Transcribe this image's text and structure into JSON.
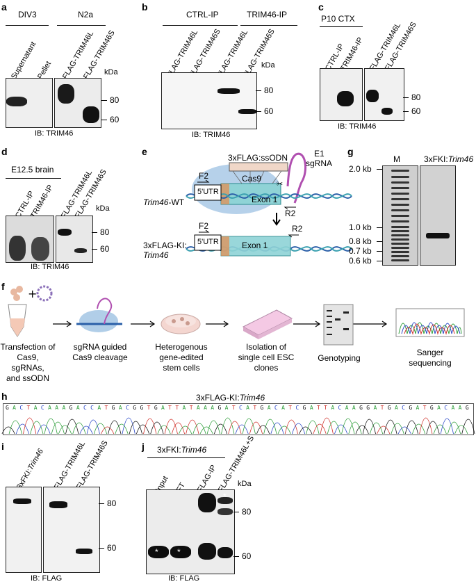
{
  "panels": {
    "a": {
      "label": "a",
      "group1": "DIV3",
      "group2": "N2a",
      "lanes": [
        "Supernatant",
        "Pellet",
        "FLAG-TRIM46L",
        "FLAG-TRIM46S"
      ],
      "marker_unit": "kDa",
      "markers": [
        "80",
        "60"
      ],
      "caption": "IB: TRIM46"
    },
    "b": {
      "label": "b",
      "group1": "CTRL-IP",
      "group2": "TRIM46-IP",
      "lanes": [
        "FLAG-TRIM46L",
        "FLAG-TRIM46S",
        "FLAG-TRIM46L",
        "FLAG-TRIM46S"
      ],
      "marker_unit": "kDa",
      "markers": [
        "80",
        "60"
      ],
      "caption": "IB: TRIM46"
    },
    "c": {
      "label": "c",
      "group1": "P10 CTX",
      "lanes": [
        "CTRL-IP",
        "TRIM46-IP",
        "FLAG-TRIM46L",
        "FLAG-TRIM46S"
      ],
      "markers": [
        "80",
        "60"
      ],
      "caption": "IB: TRIM46"
    },
    "d": {
      "label": "d",
      "group1": "E12.5 brain",
      "lanes": [
        "CTRL-IP",
        "TRIM46-IP",
        "FLAG-TRIM46L",
        "FLAG-TRIM46S"
      ],
      "marker_unit": "kDa",
      "markers": [
        "80",
        "60"
      ],
      "caption": "IB: TRIM46"
    },
    "e": {
      "label": "e",
      "ssodn": "3xFLAG:ssODN",
      "e1": "E1",
      "sgrna": "sgRNA",
      "f2": "F2",
      "utr": "5'UTR",
      "cas9": "Cas9",
      "exon": "Exon 1",
      "r2": "R2",
      "wt_gene": "Trim46",
      "wt_suffix": "-WT",
      "ki_prefix": "3xFLAG-KI:",
      "ki_gene": "Trim46"
    },
    "f": {
      "label": "f",
      "steps": [
        "Transfection of\nCas9, sgRNAs,\nand ssODN",
        "sgRNA guided\nCas9 cleavage",
        "Heterogenous\ngene-edited\nstem cells",
        "Isolation of\nsingle cell ESC\nclones",
        "Genotyping",
        "Sanger\nsequencing"
      ]
    },
    "g": {
      "label": "g",
      "lane_m": "M",
      "lane_ki_prefix": "3xFKI:",
      "lane_ki_gene": "Trim46",
      "sizes": [
        "2.0 kb",
        "1.0 kb",
        "0.8 kb",
        "0.7 kb",
        "0.6 kb"
      ]
    },
    "h": {
      "label": "h",
      "title_prefix": "3xFLAG-KI:",
      "title_gene": "Trim46",
      "sequence": "GACTACAAAGACCATGACGGTGATTATAAAGATCATGACATCGATTACAAGGATGACGATGACAAG"
    },
    "i": {
      "label": "i",
      "lane1_prefix": "3xFKI:",
      "lane1_gene": "Trim46",
      "lanes": [
        "FLAG-TRIM46L",
        "FLAG-TRIM46S"
      ],
      "markers": [
        "80",
        "60"
      ],
      "caption": "IB: FLAG"
    },
    "j": {
      "label": "j",
      "group_prefix": "3xFKI:",
      "group_gene": "Trim46",
      "lanes": [
        "Input",
        "FT",
        "FLAG-IP",
        "FLAG-TRIM46L+S"
      ],
      "marker_unit": "kDa",
      "markers": [
        "80",
        "60"
      ],
      "caption": "IB: FLAG",
      "asterisk": "*"
    }
  },
  "colors": {
    "blot_bg": "#e9e9e9",
    "band": "#1a1a1a",
    "A": "#2e9e3a",
    "C": "#2a48c8",
    "G": "#111111",
    "T": "#d0302a",
    "dna_blue": "#2a5fa8",
    "exon_teal": "#8fd3d6",
    "cas9": "#a9c9e6",
    "sgrna": "#b04fb0",
    "orange": "#e88a4a"
  }
}
